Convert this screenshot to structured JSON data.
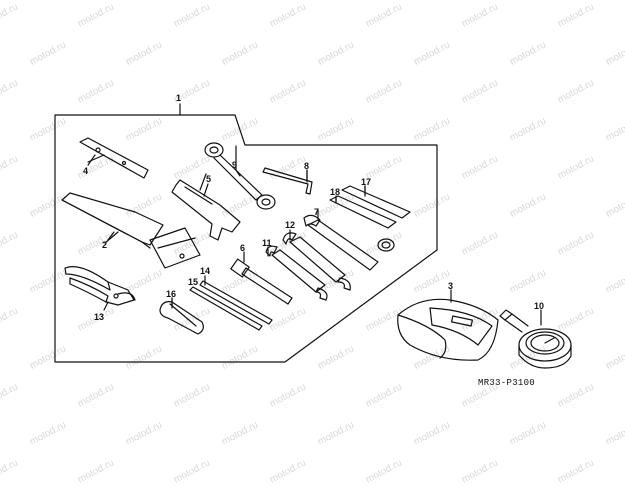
{
  "watermark": {
    "text": "motod.ru"
  },
  "callouts": {
    "c1": "1",
    "c2": "2",
    "c3": "3",
    "c4": "4",
    "c5": "5",
    "c6": "6",
    "c7": "7",
    "c8": "8",
    "c9": "9",
    "c10": "10",
    "c11": "11",
    "c12": "12",
    "c13": "13",
    "c14": "14",
    "c15": "15",
    "c16": "16",
    "c17": "17",
    "c18": "18"
  },
  "drawing_code": "MR33-P3100",
  "colors": {
    "ink": "#111111",
    "watermark": "#d9d9d9",
    "background": "#ffffff"
  }
}
